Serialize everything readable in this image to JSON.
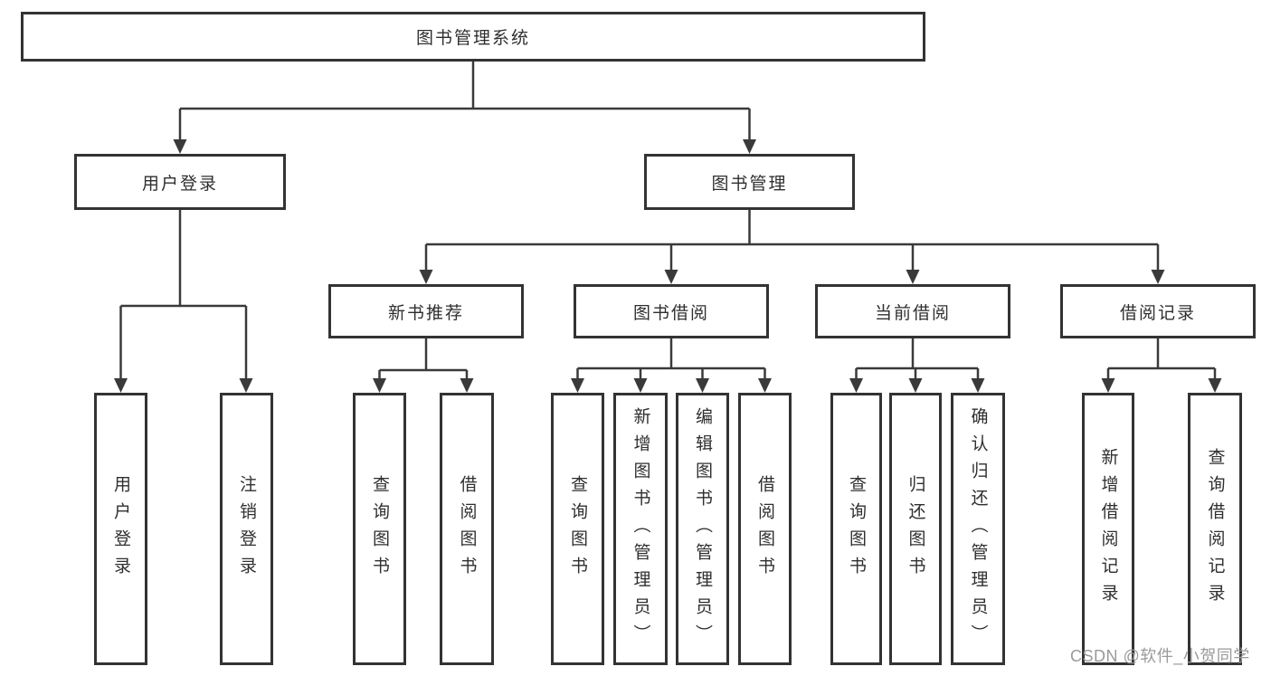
{
  "nodes": {
    "root": "图书管理系统",
    "level2": [
      "用户登录",
      "图书管理"
    ],
    "level3": [
      "新书推荐",
      "图书借阅",
      "当前借阅",
      "借阅记录"
    ],
    "leaves": [
      "用户登录",
      "注销登录",
      "查询图书",
      "借阅图书",
      "查询图书",
      "新增图书（管理员）",
      "编辑图书（管理员）",
      "借阅图书",
      "查询图书",
      "归还图书",
      "确认归还（管理员）",
      "新增借阅记录",
      "查询借阅记录"
    ]
  },
  "watermark": "CSDN @软件_小贺同学",
  "colors": {
    "line": "#3a3a3a",
    "box_border": "#333333",
    "text": "#2f2f2f",
    "watermark": "#9a9a9a",
    "background": "#ffffff"
  }
}
